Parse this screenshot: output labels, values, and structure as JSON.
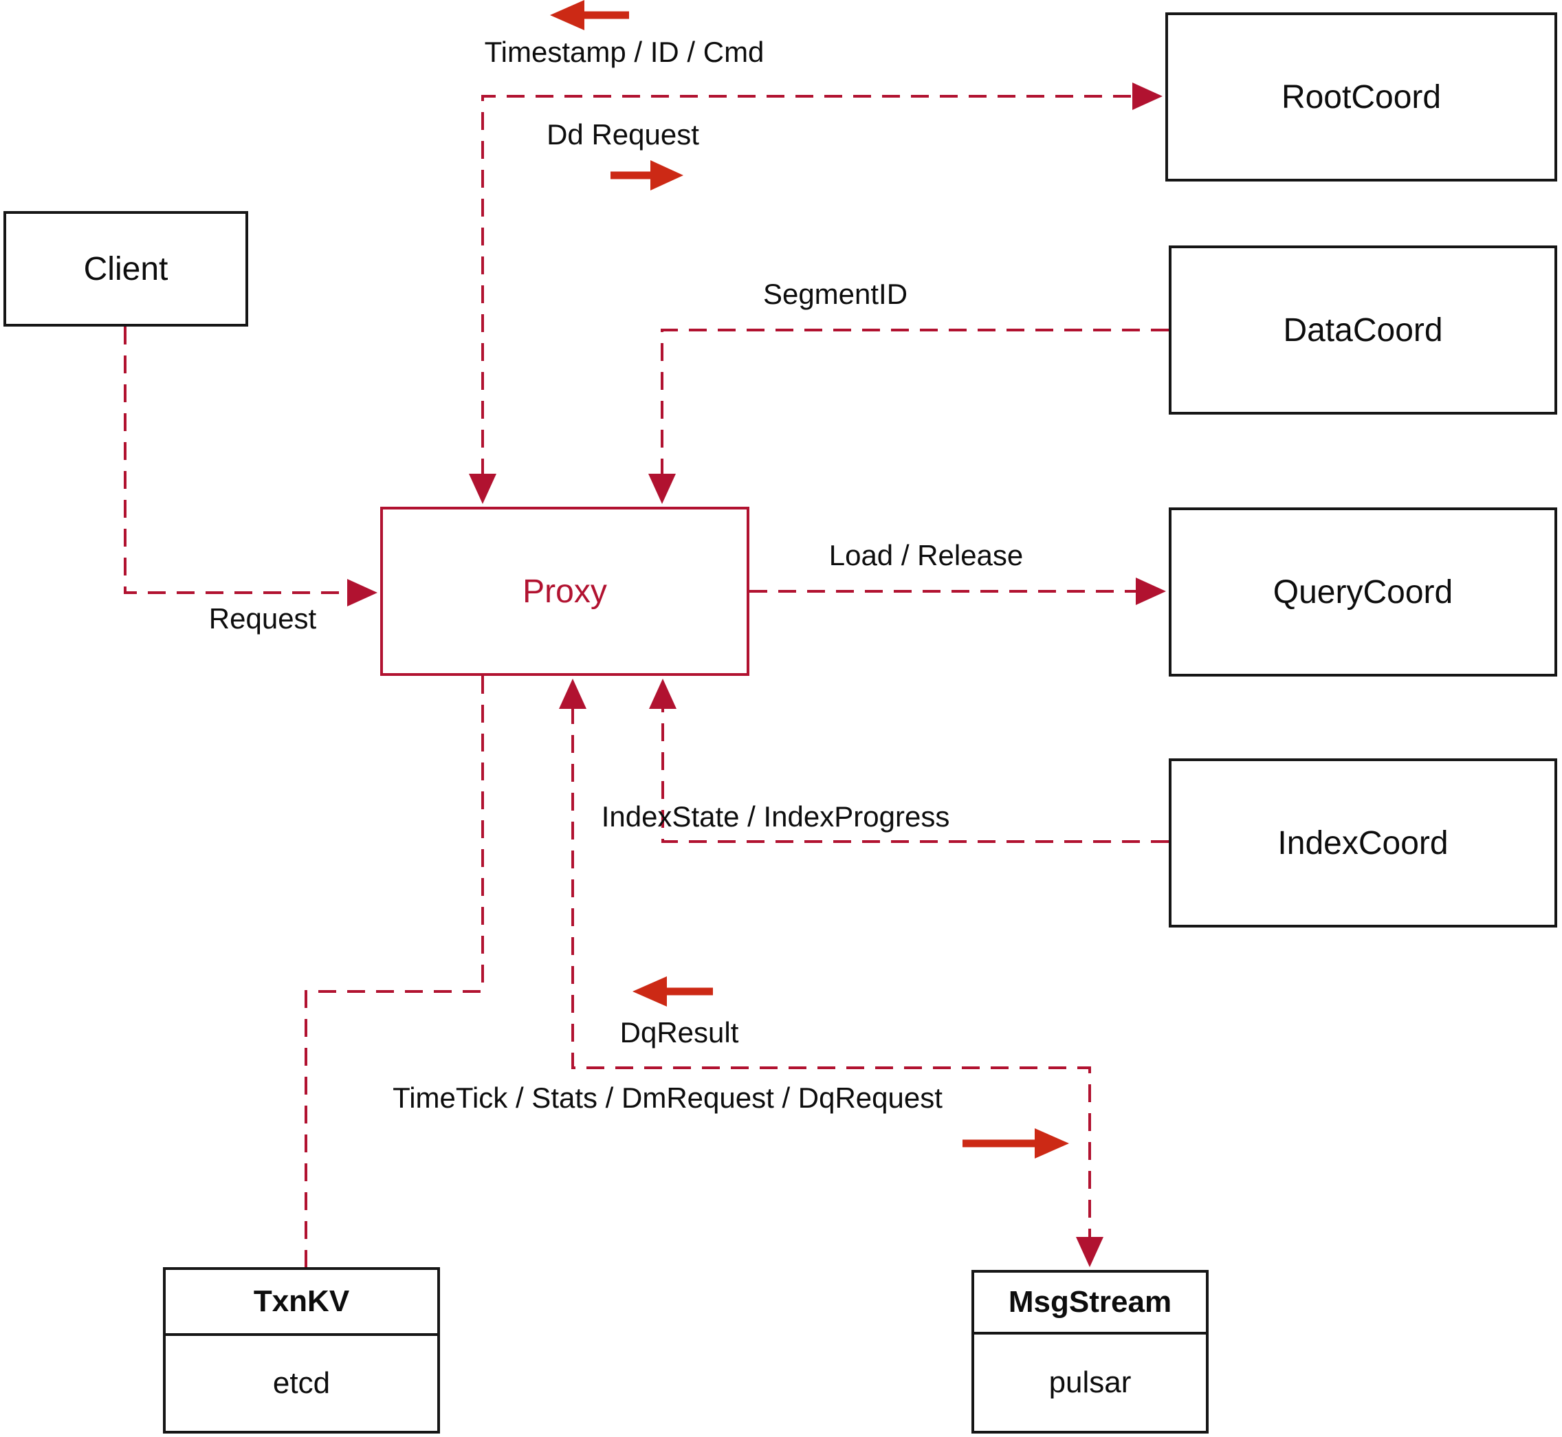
{
  "colors": {
    "dashed_line": "#b11230",
    "solid_arrow": "#cc2915",
    "box_border": "#161616",
    "proxy_accent": "#b11230",
    "background": "#ffffff"
  },
  "nodes": {
    "client": {
      "label": "Client"
    },
    "proxy": {
      "label": "Proxy"
    },
    "root_coord": {
      "label": "RootCoord"
    },
    "data_coord": {
      "label": "DataCoord"
    },
    "query_coord": {
      "label": "QueryCoord"
    },
    "index_coord": {
      "label": "IndexCoord"
    },
    "txn_kv": {
      "title": "TxnKV",
      "subtitle": "etcd"
    },
    "msg_stream": {
      "title": "MsgStream",
      "subtitle": "pulsar"
    }
  },
  "edge_labels": {
    "request": "Request",
    "timestamp": "Timestamp / ID / Cmd",
    "dd_request": "Dd Request",
    "segment_id": "SegmentID",
    "load_release": "Load / Release",
    "index_state": "IndexState / IndexProgress",
    "dq_result": "DqResult",
    "time_tick": "TimeTick / Stats / DmRequest / DqRequest"
  }
}
